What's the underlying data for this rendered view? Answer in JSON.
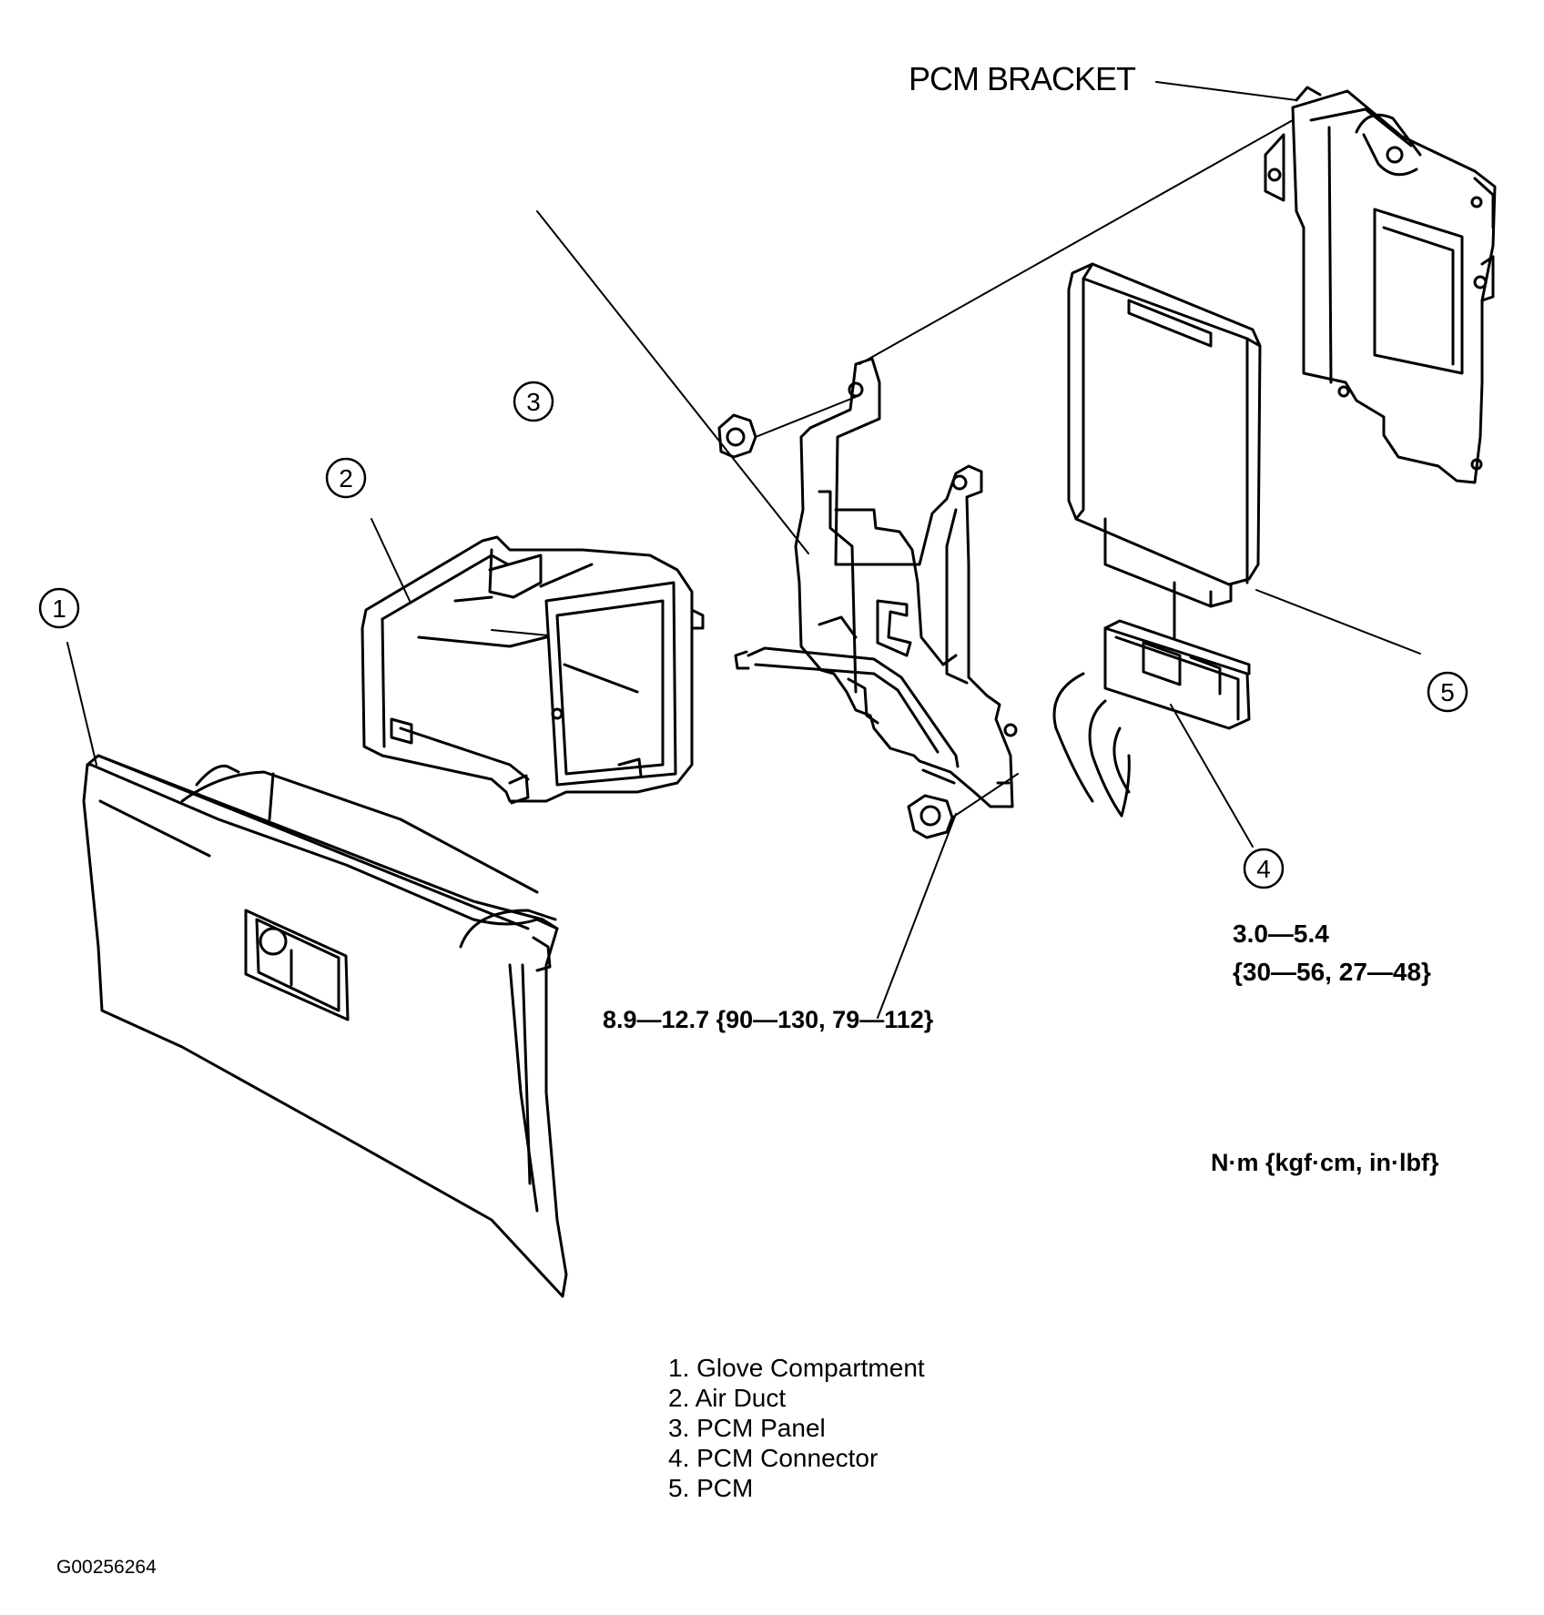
{
  "callouts": {
    "bracket": "PCM BRACKET",
    "n1": "1",
    "n2": "2",
    "n3": "3",
    "n4": "4",
    "n5": "5"
  },
  "torque": {
    "panel_nut": "8.9—12.7 {90—130, 79—112}",
    "connector_line1": "3.0—5.4",
    "connector_line2": "{30—56, 27—48}",
    "units": "N·m {kgf·cm, in·lbf}"
  },
  "legend": [
    "1. Glove Compartment",
    "2. Air Duct",
    "3. PCM Panel",
    "4. PCM Connector",
    "5. PCM"
  ],
  "figure_id": "G00256264"
}
